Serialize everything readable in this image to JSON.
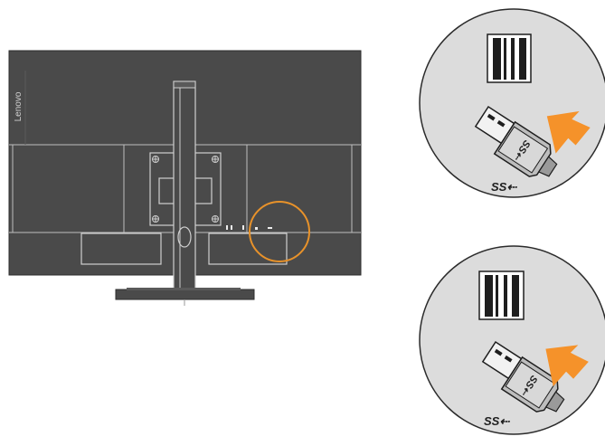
{
  "monitor": {
    "brand": "Lenovo",
    "highlight_color": "#E8922A",
    "body_color": "#4A4A4A",
    "outline_color": "#CFCFCF"
  },
  "callouts": [
    {
      "label": "SS⇠",
      "plug_label": "SS⇠",
      "arrow_color": "#F5922A",
      "bubble_color": "#DCDCDC"
    },
    {
      "label": "SS⇠",
      "plug_label": "SS⇠",
      "arrow_color": "#F5922A",
      "bubble_color": "#DCDCDC"
    }
  ]
}
